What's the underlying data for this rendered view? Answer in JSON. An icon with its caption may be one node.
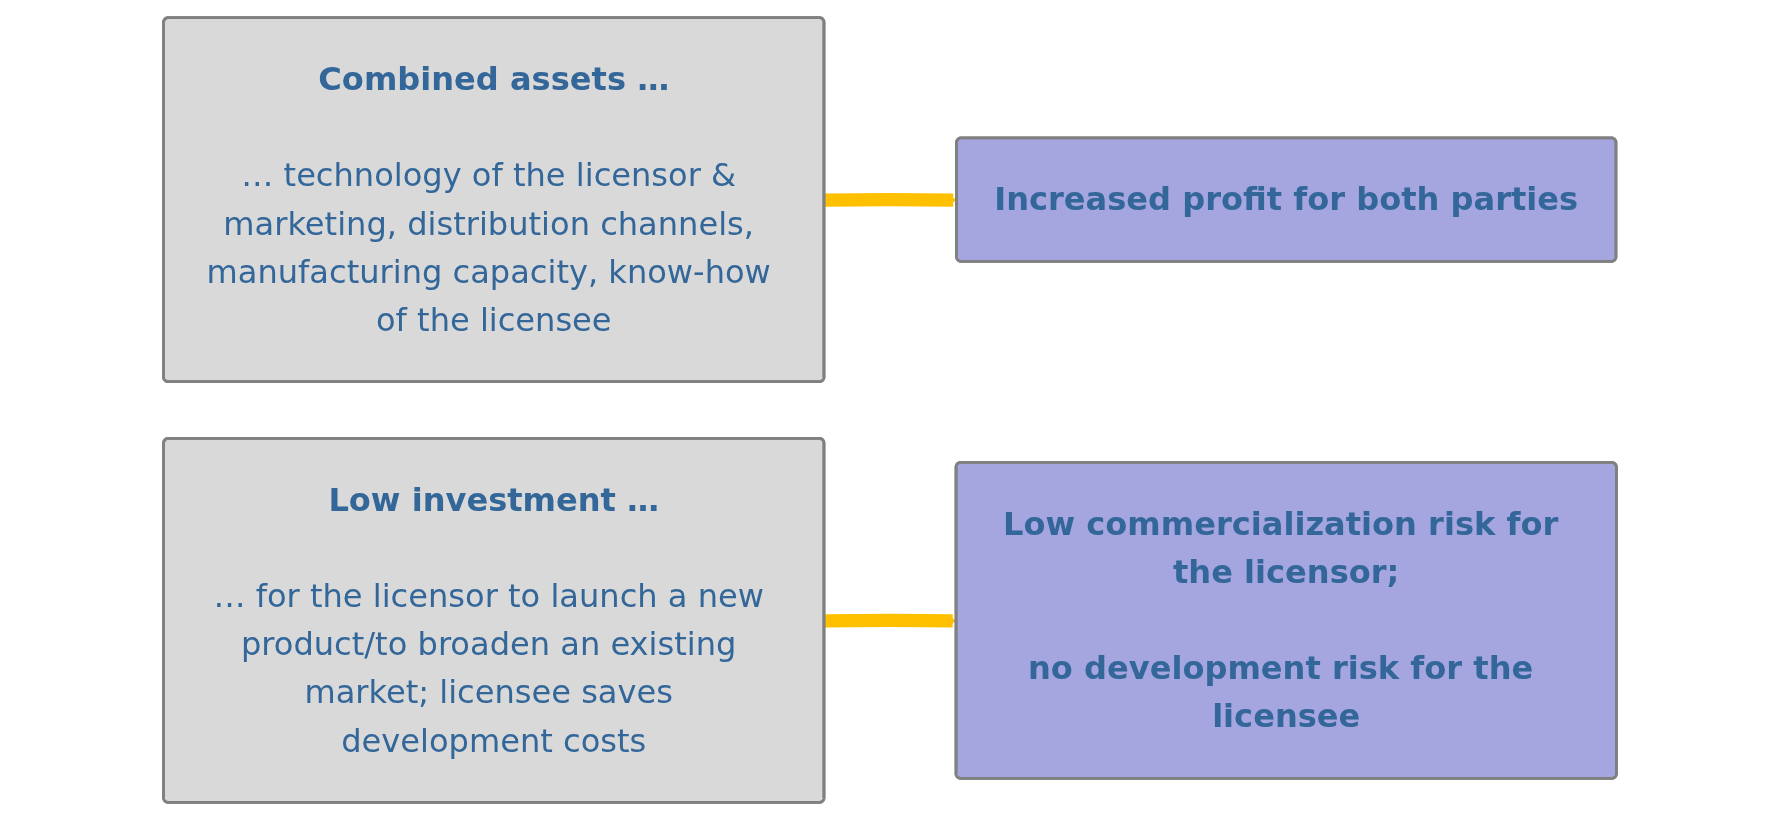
{
  "diagram": {
    "nodes": [
      {
        "text": [
          "Combined assets …",
          "… technology of the licensor & marketing, distribution channels, manufacturing capacity, know-how of the licensee"
        ]
      },
      {
        "text": [
          "Increased profit for both parties"
        ]
      },
      {
        "text": [
          "Low investment …",
          "… for the licensor to launch a new product/to broaden an existing market; licensee saves development costs"
        ]
      },
      {
        "text": [
          "Low commercialization risk for the licensor;",
          "no development risk for the licensee"
        ]
      }
    ],
    "edges": [
      {
        "from": 0,
        "to": 1,
        "arrow": "to"
      },
      {
        "from": 2,
        "to": 3,
        "arrow": "to"
      }
    ]
  }
}
